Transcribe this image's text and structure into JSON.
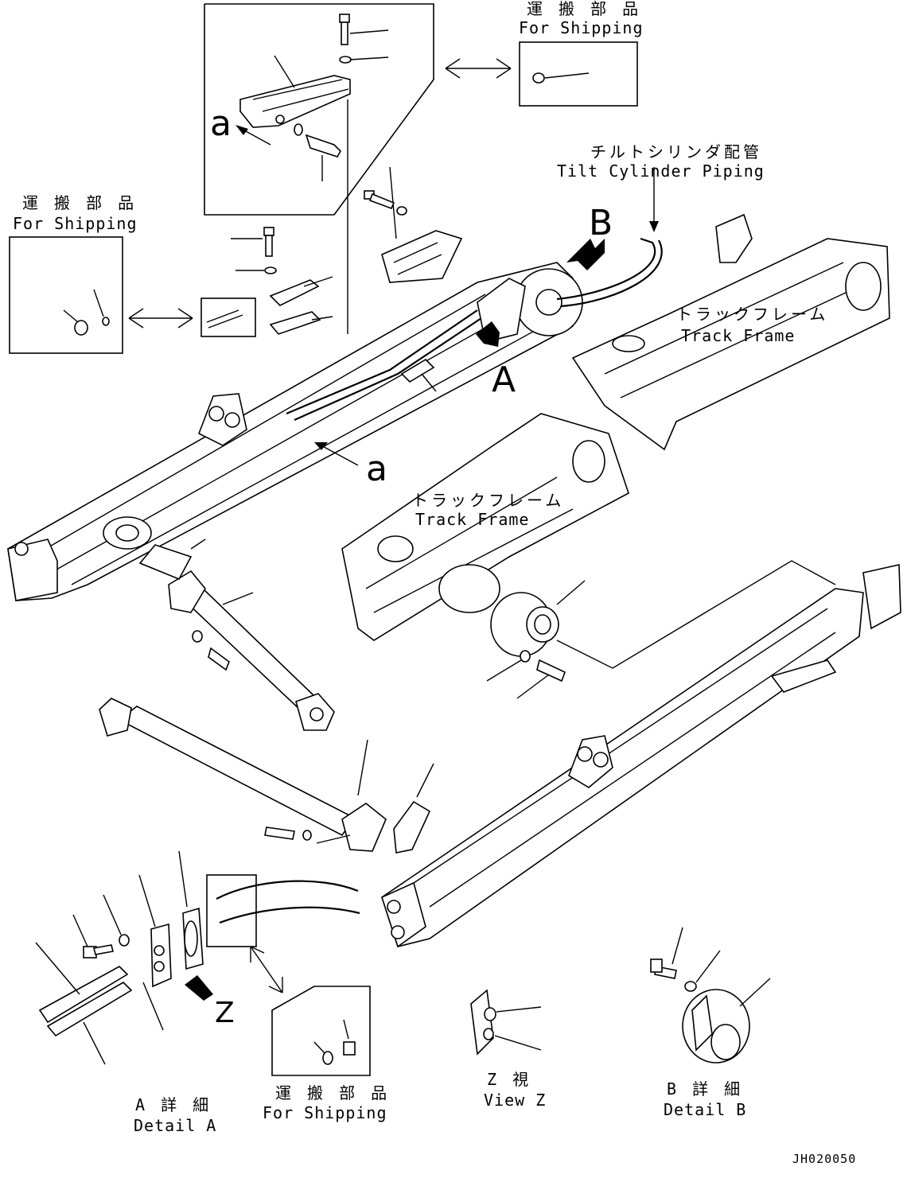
{
  "callouts": {
    "letter_a_top": "a",
    "letter_a_mid": "a",
    "letter_A": "A",
    "letter_B": "B",
    "letter_Z": "Z"
  },
  "shipping_top": {
    "jp": "運 搬 部 品",
    "en": "For Shipping"
  },
  "shipping_left": {
    "jp": "運 搬 部 品",
    "en": "For Shipping"
  },
  "shipping_bottom": {
    "jp": "運 搬 部 品",
    "en": "For Shipping"
  },
  "tilt_piping": {
    "jp": "チルトシリンダ配管",
    "en": "Tilt Cylinder Piping"
  },
  "track_frame_1": {
    "jp": "トラックフレーム",
    "en": "Track Frame"
  },
  "track_frame_2": {
    "jp": "トラックフレーム",
    "en": "Track Frame"
  },
  "detail_a": {
    "jp": "A 詳 細",
    "en": "Detail A"
  },
  "view_z": {
    "jp": "Z  視",
    "en": "View Z"
  },
  "detail_b": {
    "jp": "B 詳 細",
    "en": "Detail B"
  },
  "drawing_code": "JH020050"
}
